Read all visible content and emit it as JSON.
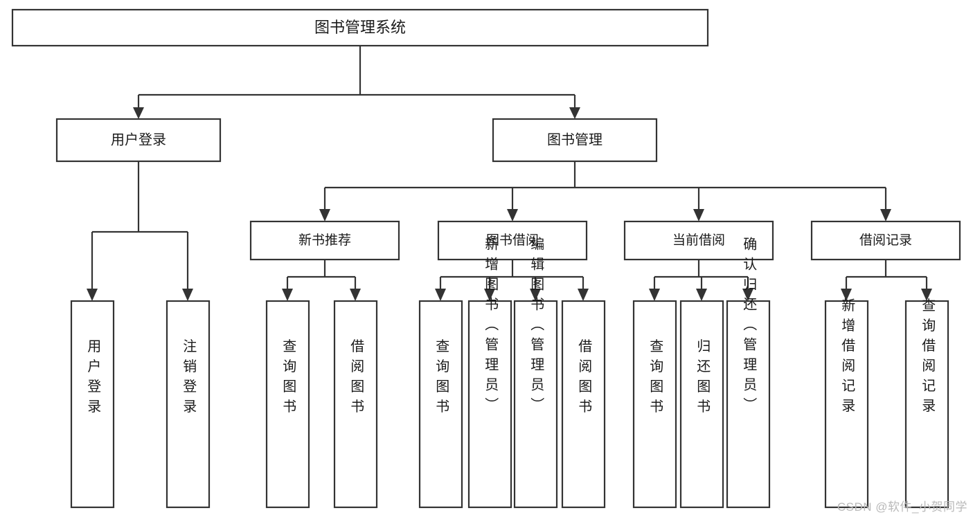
{
  "diagram": {
    "type": "tree-hierarchy-chart",
    "title": "图书管理系统",
    "watermark": "CSDN @软件_小贺同学",
    "nodes": {
      "root": {
        "label": "图书管理系统"
      },
      "level1": [
        {
          "id": "user-login",
          "label": "用户登录"
        },
        {
          "id": "book-manage",
          "label": "图书管理"
        }
      ],
      "level2": [
        {
          "id": "new-book-recommend",
          "label": "新书推荐"
        },
        {
          "id": "book-borrow",
          "label": "图书借阅"
        },
        {
          "id": "current-borrow",
          "label": "当前借阅"
        },
        {
          "id": "borrow-record",
          "label": "借阅记录"
        }
      ],
      "leaves": {
        "user-login": [
          {
            "id": "leaf-user-login",
            "label": "用户登录"
          },
          {
            "id": "leaf-logout-login",
            "label": "注销登录"
          }
        ],
        "new-book-recommend": [
          {
            "id": "leaf-query-book-1",
            "label": "查询图书"
          },
          {
            "id": "leaf-borrow-book-1",
            "label": "借阅图书"
          }
        ],
        "book-borrow": [
          {
            "id": "leaf-query-book-2",
            "label": "查询图书"
          },
          {
            "id": "leaf-add-book",
            "label": "新增图书（管理员）"
          },
          {
            "id": "leaf-edit-book",
            "label": "编辑图书（管理员）"
          },
          {
            "id": "leaf-borrow-book-2",
            "label": "借阅图书"
          }
        ],
        "current-borrow": [
          {
            "id": "leaf-query-book-3",
            "label": "查询图书"
          },
          {
            "id": "leaf-return-book",
            "label": "归还图书"
          },
          {
            "id": "leaf-confirm-return",
            "label": "确认归还（管理员）"
          }
        ],
        "borrow-record": [
          {
            "id": "leaf-add-record",
            "label": "新增借阅记录"
          },
          {
            "id": "leaf-query-record",
            "label": "查询借阅记录"
          }
        ]
      }
    },
    "colors": {
      "stroke": "#333333",
      "fill": "#ffffff",
      "text": "#1a1a1a",
      "watermark": "#b9b9b9"
    }
  }
}
